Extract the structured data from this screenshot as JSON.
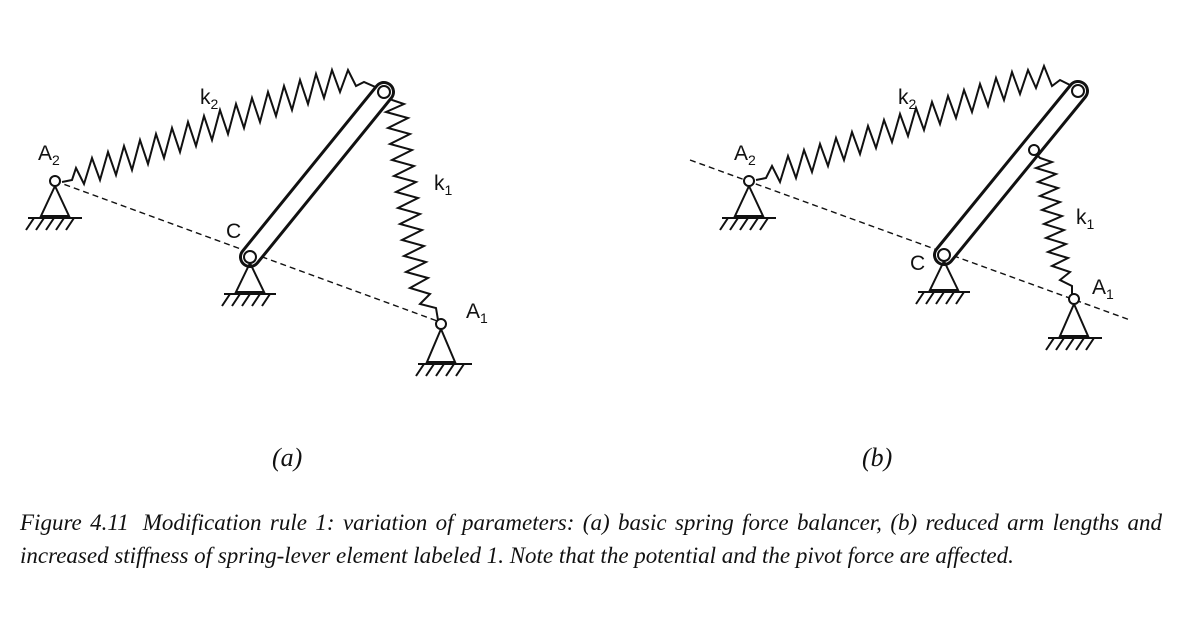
{
  "figure": {
    "panel_a": {
      "label": "(a)",
      "spring_k2": {
        "letter": "k",
        "sub": "2"
      },
      "spring_k1": {
        "letter": "k",
        "sub": "1"
      },
      "point_a2": {
        "letter": "A",
        "sub": "2"
      },
      "point_c": "C",
      "point_a1": {
        "letter": "A",
        "sub": "1"
      }
    },
    "panel_b": {
      "label": "(b)",
      "spring_k2": {
        "letter": "k",
        "sub": "2"
      },
      "spring_k1": {
        "letter": "k",
        "sub": "1"
      },
      "point_a2": {
        "letter": "A",
        "sub": "2"
      },
      "point_c": "C",
      "point_a1": {
        "letter": "A",
        "sub": "1"
      }
    }
  },
  "caption": {
    "figure_number": "Figure 4.11",
    "text": "Modification rule 1: variation of parameters: (a) basic spring force balancer, (b) reduced arm lengths and increased stiffness of spring-lever element labeled 1. Note that the potential and the pivot force are affected."
  }
}
